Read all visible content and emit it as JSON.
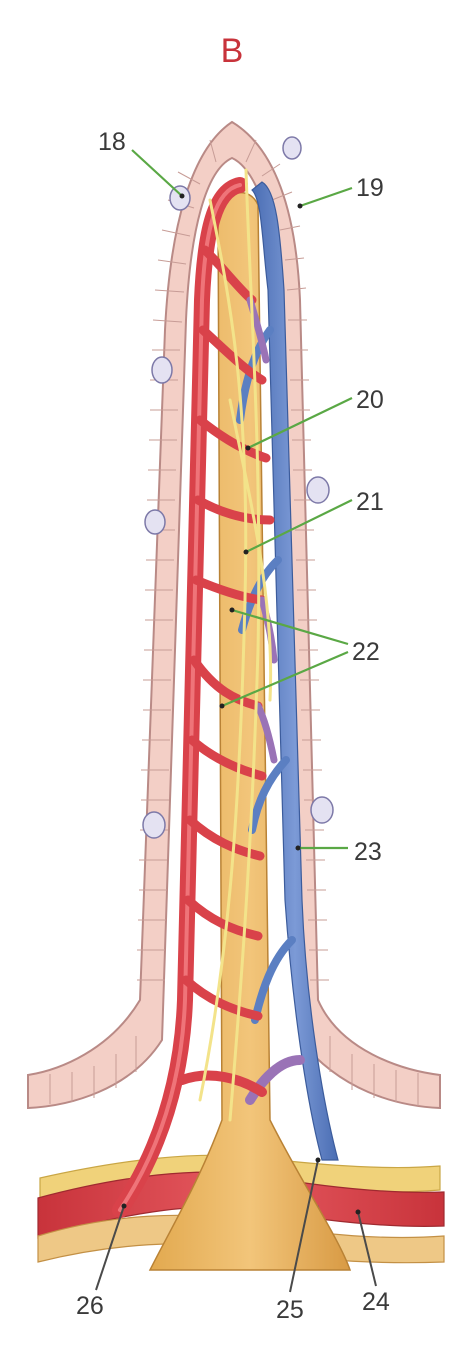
{
  "figure": {
    "panel_letter": "B",
    "labels": [
      "18",
      "19",
      "20",
      "21",
      "22",
      "23",
      "24",
      "25",
      "26"
    ]
  },
  "colors": {
    "epithelium": "#f3cfc6",
    "epithelium_border": "#b98a86",
    "goblet": "#e4e2f2",
    "artery": "#d9424a",
    "vein": "#5b7fc2",
    "capillary_mix": "#9a73b6",
    "lacteal": "#e9b865",
    "nerve": "#f3e38a",
    "accent": "#c8333b",
    "leader": "#5aa845"
  }
}
